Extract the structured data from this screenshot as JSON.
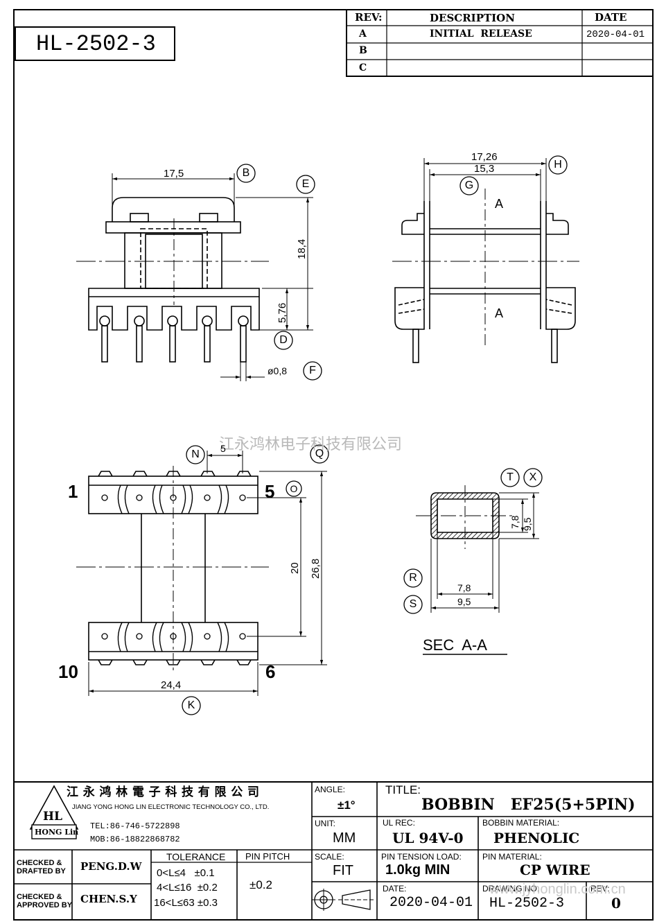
{
  "part_number": "HL-2502-3",
  "revision_table": {
    "headers": {
      "rev": "REV:",
      "description": "DESCRIPTION",
      "date": "DATE"
    },
    "rows": [
      {
        "rev": "A",
        "description": "INITIAL  RELEASE",
        "date": "2020-04-01"
      },
      {
        "rev": "B",
        "description": "",
        "date": ""
      },
      {
        "rev": "C",
        "description": "",
        "date": ""
      }
    ]
  },
  "dimensions": {
    "front_width": "17,5",
    "height": "18,4",
    "pin_height": "5,76",
    "pin_dia": "ø0,8",
    "side_outer_width": "17,26",
    "side_inner_width": "15,3",
    "pin_pitch": "5",
    "total_length": "26,8",
    "row_spacing": "20",
    "base_width": "24,4",
    "sec_inner_h": "7,8",
    "sec_outer_h": "9,5",
    "sec_inner_w": "7,8",
    "sec_outer_w": "9,5"
  },
  "callouts": {
    "B": "B",
    "E": "E",
    "D": "D",
    "F": "F",
    "G": "G",
    "H": "H",
    "N": "N",
    "Q": "Q",
    "O": "O",
    "K": "K",
    "T": "T",
    "X": "X",
    "R": "R",
    "S": "S"
  },
  "section_marks": {
    "top": "A",
    "bottom": "A"
  },
  "pin_labels": {
    "p1": "1",
    "p5": "5",
    "p10": "10",
    "p6": "6"
  },
  "section_label": "SEC  A-A",
  "watermark": "江永鸿林电子科技有限公司",
  "watermark_url": "www.jyhonglin.com.cn",
  "title_block": {
    "company_cn": "江 永 鸿 林 電 子 科 技 有 限 公 司",
    "company_en": "JIANG YONG HONG LIN ELECTRONIC TECHNOLOGY CO., LTD.",
    "logo_letters": "HL",
    "logo_text": "HONG Lin",
    "tel": "TEL:86-746-5722898",
    "mob": "MOB:86-18822868782",
    "checked_drafted_label": "CHECKED &\nDRAFTED BY",
    "checked_drafted_name": "PENG.D.W",
    "checked_approved_label": "CHECKED &\nAPPROVED BY",
    "checked_approved_name": "CHEN.S.Y",
    "tolerance_label": "TOLERANCE",
    "tolerance_rows": [
      "0<L≤4   ±0.1",
      "4<L≤16  ±0.2",
      "16<L≤63 ±0.3"
    ],
    "pin_pitch_label": "PIN PITCH",
    "pin_pitch_value": "±0.2",
    "angle_label": "ANGLE:",
    "angle_value": "±1°",
    "unit_label": "UNIT:",
    "unit_value": "MM",
    "scale_label": "SCALE:",
    "scale_value": "FIT",
    "title_label": "TITLE:",
    "title_value": "BOBBIN   EF25(5+5PIN)",
    "ul_rec_label": "UL REC:",
    "ul_rec_value": "UL 94V-0",
    "bobbin_material_label": "BOBBIN MATERIAL:",
    "bobbin_material_value": "PHENOLIC",
    "pin_tension_label": "PIN TENSION LOAD:",
    "pin_tension_value": "1.0kg MIN",
    "pin_material_label": "PIN MATERIAL:",
    "pin_material_value": "CP WIRE",
    "date_label": "DATE:",
    "date_value": "2020-04-01",
    "drawing_no_label": "DRAWING NO:",
    "drawing_no_value": "HL-2502-3",
    "rev_label": "REV:",
    "rev_value": "0"
  }
}
